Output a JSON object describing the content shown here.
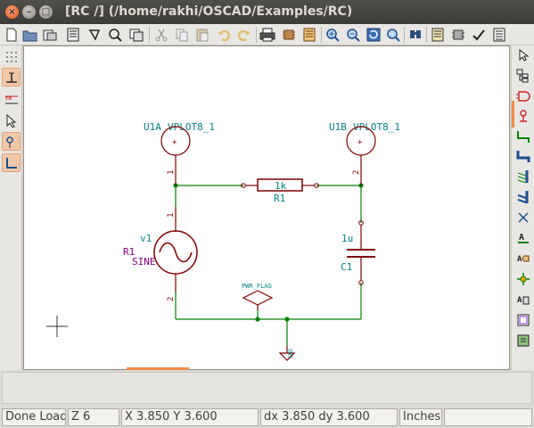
{
  "window": {
    "title": "[RC /] (/home/rakhi/OSCAD/Examples/RC)"
  },
  "toolbar_icons": [
    "new-schematic",
    "open-file",
    "load-project",
    "save-project",
    "page-settings",
    "save",
    "cut",
    "copy",
    "paste",
    "undo",
    "redo",
    "print",
    "component-editor",
    "library-browser",
    "zoom-in",
    "zoom-out",
    "redraw",
    "zoom-fit",
    "find",
    "netlist",
    "annotate",
    "erc",
    "bom"
  ],
  "left_toolbar_icons": [
    "grid-toggle",
    "units-inches",
    "units-mm",
    "cursor-shape",
    "hidden-pins",
    "bus-orientation"
  ],
  "right_toolbar_icons": [
    "select-arrow",
    "hierarchy-navigator",
    "place-component",
    "place-power",
    "wire",
    "bus",
    "wire-to-bus-entry",
    "bus-to-bus-entry",
    "no-connect-flag",
    "net-label",
    "global-label",
    "junction",
    "hierarchical-label",
    "hierarchical-sheet",
    "import-sheet-pin"
  ],
  "schematic": {
    "components": [
      {
        "ref": "U1A",
        "value": "VPLOT8_1",
        "pin": "1",
        "pin_plus": "+"
      },
      {
        "ref": "U1B",
        "value": "VPLOT8_1",
        "pin": "2",
        "pin_plus": "+"
      },
      {
        "ref": "R1",
        "value": "1k"
      },
      {
        "ref": "C1",
        "value": "1u"
      },
      {
        "ref": "v1",
        "ref_alt": "R1",
        "value": "SINE",
        "pin_top": "1",
        "pin_bottom": "2"
      },
      {
        "ref": "PWR_FLAG"
      },
      {
        "ref": "GND"
      }
    ]
  },
  "statusbar": {
    "message": "Done Loading",
    "zoom": "Z 6",
    "coords": "X 3.850  Y 3.600",
    "delta": "dx 3.850  dy 3.600",
    "units": "Inches"
  },
  "colors": {
    "wire": "#008400",
    "component": "#840000",
    "text": "#008484",
    "ref": "#840084"
  }
}
